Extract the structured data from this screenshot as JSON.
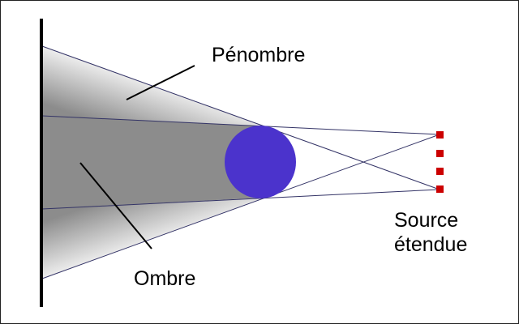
{
  "labels": {
    "penumbra": "Pénombre",
    "umbra": "Ombre",
    "source_line1": "Source",
    "source_line2": "étendue"
  },
  "colors": {
    "umbra": "#8c8c8c",
    "obstacle": "#4b33cc",
    "source": "#cc0000",
    "rays": "#333366"
  }
}
